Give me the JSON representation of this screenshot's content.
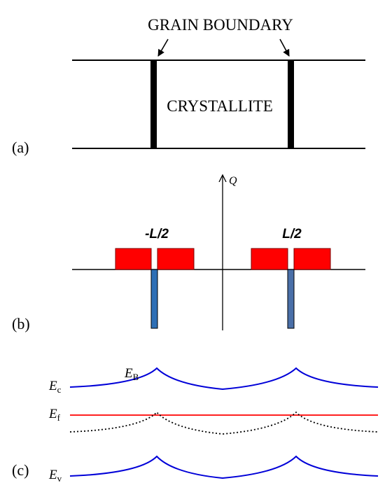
{
  "panel_a": {
    "grain_boundary_label": "GRAIN BOUNDARY",
    "crystallite_label": "CRYSTALLITE",
    "panel_label": "(a)"
  },
  "panel_b": {
    "axis_label": "Q",
    "left_position_label": "-L/2",
    "right_position_label": "L/2",
    "panel_label": "(b)",
    "colors": {
      "positive_charge": "#ff0000",
      "negative_charge": "#2e6fb5"
    }
  },
  "panel_c": {
    "conduction_band_label": {
      "main": "E",
      "sub": "c"
    },
    "barrier_label": {
      "main": "E",
      "sub": "B"
    },
    "fermi_level_label": {
      "main": "E",
      "sub": "f"
    },
    "valence_band_label": {
      "main": "E",
      "sub": "v"
    },
    "panel_label": "(c)",
    "colors": {
      "bands": "#0000d8",
      "fermi": "#ff2020",
      "dotted": "#000000"
    }
  }
}
